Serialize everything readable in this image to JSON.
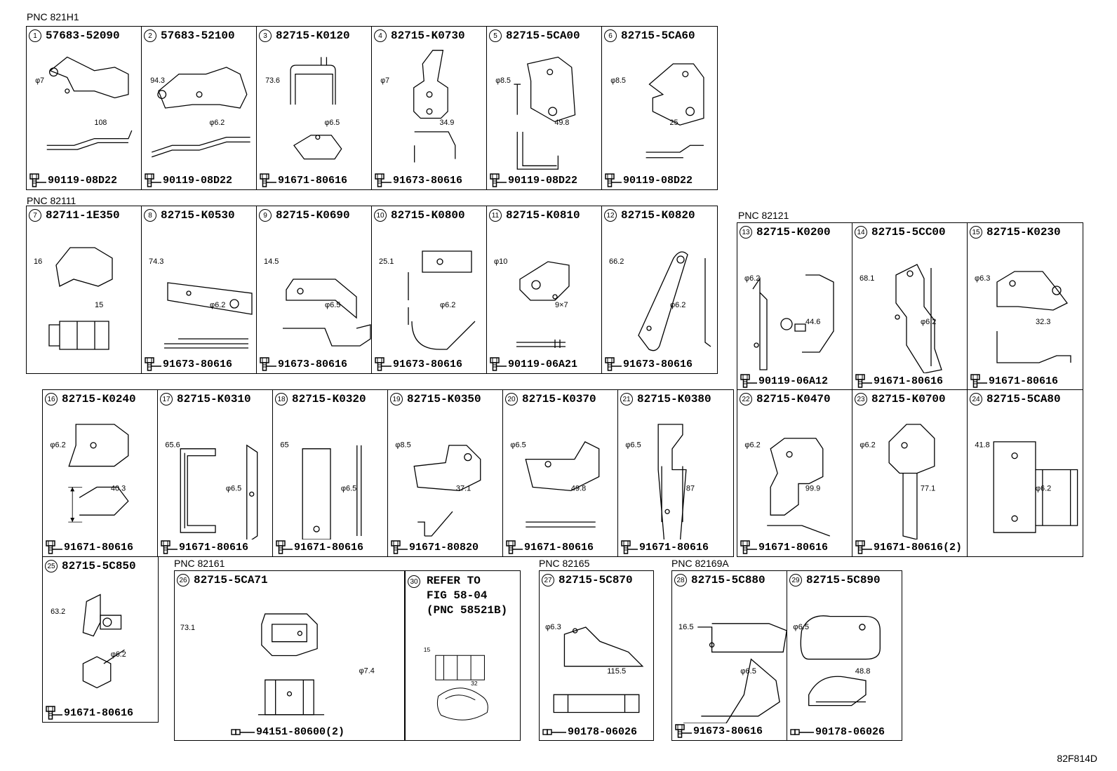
{
  "groups": [
    "PNC 821H1",
    "PNC 82111",
    "PNC 82121",
    "PNC 82161",
    "PNC 82165",
    "PNC 82169A"
  ],
  "parts": [
    {
      "n": "1",
      "pn": "57683-52090",
      "fast": "90119-08D22",
      "dims": [
        "φ7",
        "108"
      ],
      "fig": "a"
    },
    {
      "n": "2",
      "pn": "57683-52100",
      "fast": "90119-08D22",
      "dims": [
        "94.3",
        "φ6.2"
      ],
      "fig": "b"
    },
    {
      "n": "3",
      "pn": "82715-K0120",
      "fast": "91671-80616",
      "dims": [
        "73.6",
        "φ6.5"
      ],
      "fig": "c"
    },
    {
      "n": "4",
      "pn": "82715-K0730",
      "fast": "91673-80616",
      "dims": [
        "φ7",
        "34.9"
      ],
      "fig": "d"
    },
    {
      "n": "5",
      "pn": "82715-5CA00",
      "fast": "90119-08D22",
      "dims": [
        "φ8.5",
        "49.8"
      ],
      "fig": "e"
    },
    {
      "n": "6",
      "pn": "82715-5CA60",
      "fast": "90119-08D22",
      "dims": [
        "φ8.5",
        "25"
      ],
      "fig": "f"
    },
    {
      "n": "7",
      "pn": "82711-1E350",
      "fast": "",
      "dims": [
        "16",
        "15"
      ],
      "fig": "g"
    },
    {
      "n": "8",
      "pn": "82715-K0530",
      "fast": "91673-80616",
      "dims": [
        "74.3",
        "φ6.2"
      ],
      "fig": "h"
    },
    {
      "n": "9",
      "pn": "82715-K0690",
      "fast": "91673-80616",
      "dims": [
        "14.5",
        "φ6.5"
      ],
      "fig": "i"
    },
    {
      "n": "10",
      "pn": "82715-K0800",
      "fast": "91673-80616",
      "dims": [
        "25.1",
        "φ6.2"
      ],
      "fig": "j"
    },
    {
      "n": "11",
      "pn": "82715-K0810",
      "fast": "90119-06A21",
      "dims": [
        "φ10",
        "9×7"
      ],
      "fig": "k"
    },
    {
      "n": "12",
      "pn": "82715-K0820",
      "fast": "91673-80616",
      "dims": [
        "66.2",
        "φ6.2"
      ],
      "fig": "l"
    },
    {
      "n": "13",
      "pn": "82715-K0200",
      "fast": "90119-06A12",
      "dims": [
        "φ6.2",
        "44.6"
      ],
      "fig": "m"
    },
    {
      "n": "14",
      "pn": "82715-5CC00",
      "fast": "91671-80616",
      "dims": [
        "68.1",
        "φ6.2"
      ],
      "fig": "n"
    },
    {
      "n": "15",
      "pn": "82715-K0230",
      "fast": "91671-80616",
      "dims": [
        "φ6.3",
        "32.3"
      ],
      "fig": "o"
    },
    {
      "n": "16",
      "pn": "82715-K0240",
      "fast": "91671-80616",
      "dims": [
        "φ6.2",
        "40.3"
      ],
      "fig": "p"
    },
    {
      "n": "17",
      "pn": "82715-K0310",
      "fast": "91671-80616",
      "dims": [
        "65.6",
        "φ6.5"
      ],
      "fig": "q"
    },
    {
      "n": "18",
      "pn": "82715-K0320",
      "fast": "91671-80616",
      "dims": [
        "65",
        "φ6.5"
      ],
      "fig": "r"
    },
    {
      "n": "19",
      "pn": "82715-K0350",
      "fast": "91671-80820",
      "dims": [
        "φ8.5",
        "37.1"
      ],
      "fig": "s"
    },
    {
      "n": "20",
      "pn": "82715-K0370",
      "fast": "91671-80616",
      "dims": [
        "φ6.5",
        "49.8"
      ],
      "fig": "t"
    },
    {
      "n": "21",
      "pn": "82715-K0380",
      "fast": "91671-80616",
      "dims": [
        "φ6.5",
        "87"
      ],
      "fig": "u"
    },
    {
      "n": "22",
      "pn": "82715-K0470",
      "fast": "91671-80616",
      "dims": [
        "φ6.2",
        "99.9"
      ],
      "fig": "v"
    },
    {
      "n": "23",
      "pn": "82715-K0700",
      "fast": "91671-80616(2)",
      "dims": [
        "φ6.2",
        "77.1"
      ],
      "fig": "w"
    },
    {
      "n": "24",
      "pn": "82715-5CA80",
      "fast": "",
      "dims": [
        "41.8",
        "φ6.2"
      ],
      "fig": "x"
    },
    {
      "n": "25",
      "pn": "82715-5C850",
      "fast": "91671-80616",
      "dims": [
        "63.2",
        "φ6.2"
      ],
      "fig": "y"
    },
    {
      "n": "26",
      "pn": "82715-5CA71",
      "fast": "94151-80600(2)",
      "dims": [
        "73.1",
        "φ7.4"
      ],
      "fig": "z"
    },
    {
      "n": "30",
      "pn": "",
      "fast": "",
      "dims": [
        "15",
        "32"
      ],
      "fig": "ref"
    },
    {
      "n": "27",
      "pn": "82715-5C870",
      "fast": "90178-06026",
      "dims": [
        "φ6.3",
        "115.5"
      ],
      "fig": "aa"
    },
    {
      "n": "28",
      "pn": "82715-5C880",
      "fast": "91673-80616",
      "dims": [
        "16.5",
        "φ6.5"
      ],
      "fig": "bb"
    },
    {
      "n": "29",
      "pn": "82715-5C890",
      "fast": "90178-06026",
      "dims": [
        "φ6.5",
        "48.8"
      ],
      "fig": "cc"
    }
  ],
  "refer_text": "REFER TO\nFIG 58-04\n(PNC 58521B)",
  "drawing_code": "82F814D"
}
